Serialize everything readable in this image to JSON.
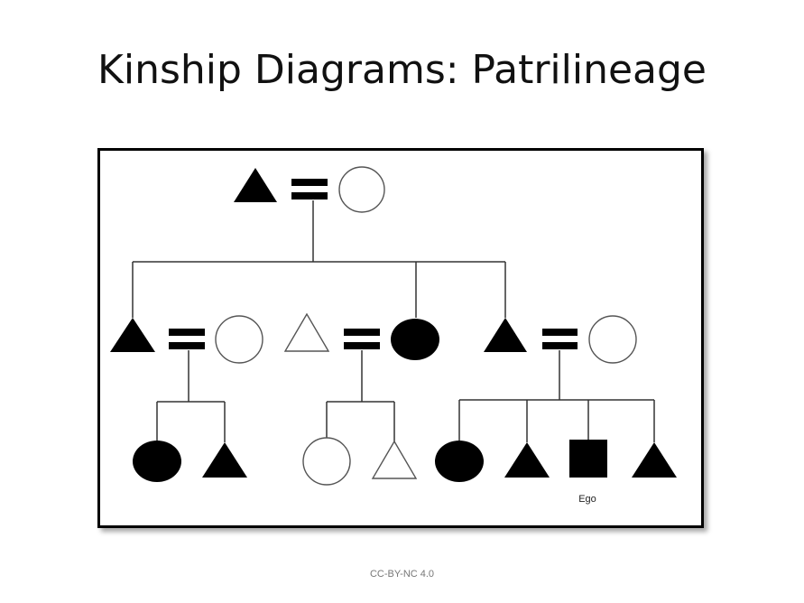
{
  "slide": {
    "title": "Kinship Diagrams: Patrilineage",
    "footer": "CC-BY-NC 4.0"
  },
  "diagram": {
    "ego_label": "Ego",
    "colors": {
      "filled": "#000000",
      "outline": "#000000",
      "hollow_fill": "#ffffff",
      "hollow_triangle_stroke": "#555555"
    },
    "symbols": [
      {
        "id": "g1-father",
        "shape": "triangle",
        "filled": true
      },
      {
        "id": "g1-mother",
        "shape": "circle",
        "filled": false
      },
      {
        "id": "g2-son1",
        "shape": "triangle",
        "filled": true
      },
      {
        "id": "g2-son1-wife",
        "shape": "circle",
        "filled": false
      },
      {
        "id": "g2-daughter-husband",
        "shape": "triangle",
        "filled": false
      },
      {
        "id": "g2-daughter",
        "shape": "circle",
        "filled": true
      },
      {
        "id": "g2-son2",
        "shape": "triangle",
        "filled": true
      },
      {
        "id": "g2-son2-wife",
        "shape": "circle",
        "filled": false
      },
      {
        "id": "g3-a-daughter",
        "shape": "circle",
        "filled": true
      },
      {
        "id": "g3-a-son",
        "shape": "triangle",
        "filled": true
      },
      {
        "id": "g3-b-daughter",
        "shape": "circle",
        "filled": false
      },
      {
        "id": "g3-b-son",
        "shape": "triangle",
        "filled": false
      },
      {
        "id": "g3-c-daughter",
        "shape": "circle",
        "filled": true
      },
      {
        "id": "g3-c-son1",
        "shape": "triangle",
        "filled": true
      },
      {
        "id": "g3-c-ego",
        "shape": "square",
        "filled": true,
        "label": "Ego"
      },
      {
        "id": "g3-c-son2",
        "shape": "triangle",
        "filled": true
      }
    ],
    "marriages": 4
  }
}
